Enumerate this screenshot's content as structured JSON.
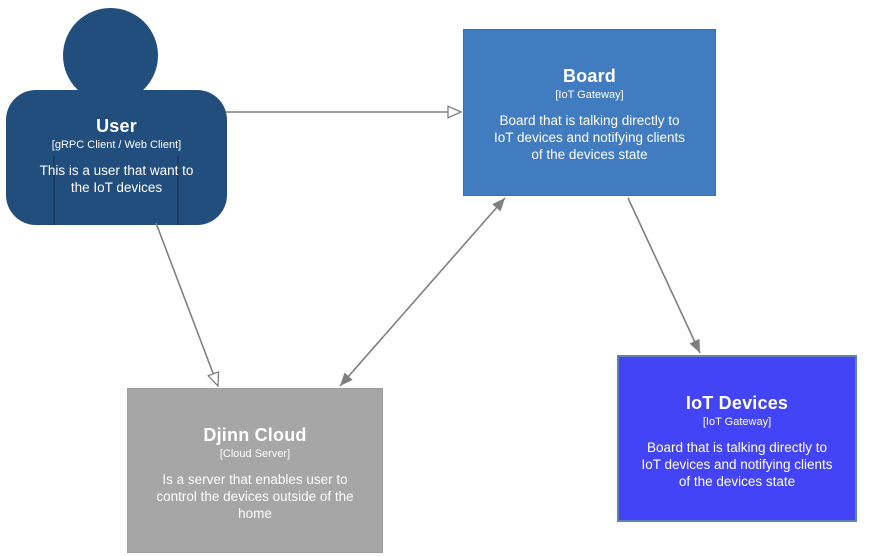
{
  "diagram": {
    "type": "architecture-diagram",
    "background_color": "#ffffff",
    "arrow_color": "#7f7f7f"
  },
  "nodes": {
    "user": {
      "title": "User",
      "subtitle": "[gRPC Client / Web Client]",
      "description": "This is a user that want to the IoT devices",
      "shape": "person",
      "fill_color": "#224e7e",
      "text_color": "#ffffff"
    },
    "board": {
      "title": "Board",
      "subtitle": "[IoT Gateway]",
      "description": "Board that is talking directly to IoT devices and notifying clients of the devices state",
      "shape": "box",
      "fill_color": "#417cc0",
      "text_color": "#ffffff"
    },
    "djinn_cloud": {
      "title": "Djinn Cloud",
      "subtitle": "[Cloud Server]",
      "description": "Is a server that enables user to control the devices outside of the home",
      "shape": "box",
      "fill_color": "#a6a6a6",
      "text_color": "#ffffff"
    },
    "iot_devices": {
      "title": "IoT Devices",
      "subtitle": "[IoT Gateway]",
      "description": "Board that is talking directly to IoT devices and notifying clients of the devices state",
      "shape": "box",
      "fill_color": "#4343f8",
      "border_color": "#5b87ae",
      "text_color": "#ffffff"
    }
  },
  "edges": [
    {
      "from": "User",
      "to": "Board",
      "arrowhead": "open"
    },
    {
      "from": "User",
      "to": "Djinn Cloud",
      "arrowhead": "open"
    },
    {
      "from": "Djinn Cloud",
      "to": "Board",
      "arrowhead": "filled-both-ends"
    },
    {
      "from": "Board",
      "to": "IoT Devices",
      "arrowhead": "filled"
    }
  ]
}
